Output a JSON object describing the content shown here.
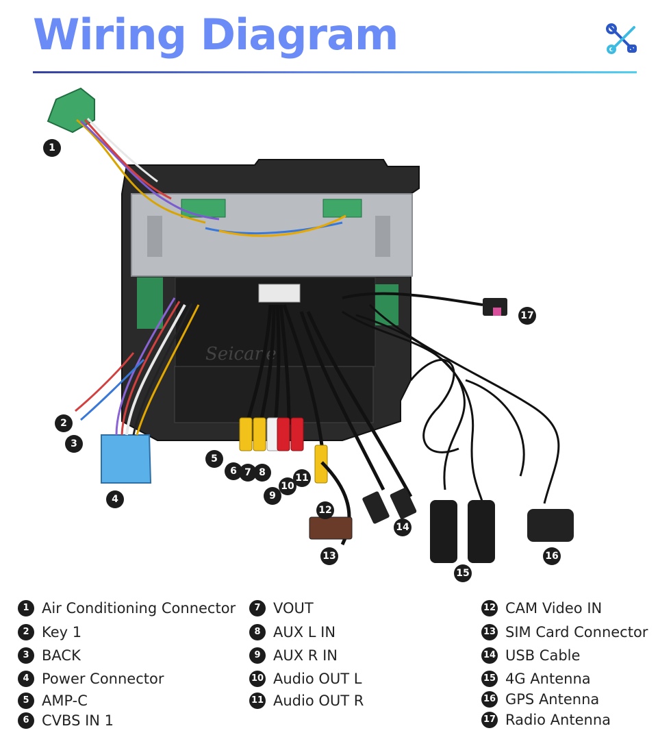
{
  "header": {
    "title": "Wiring Diagram",
    "icon": "tools-icon"
  },
  "photo": {
    "watermark": "Seicane"
  },
  "callouts": [
    "1",
    "2",
    "3",
    "4",
    "5",
    "6",
    "7",
    "8",
    "9",
    "10",
    "11",
    "12",
    "13",
    "14",
    "15",
    "16",
    "17"
  ],
  "legend": [
    {
      "num": "1",
      "label": "Air Conditioning Connector"
    },
    {
      "num": "2",
      "label": "Key 1"
    },
    {
      "num": "3",
      "label": "BACK"
    },
    {
      "num": "4",
      "label": "Power Connector"
    },
    {
      "num": "5",
      "label": "AMP-C"
    },
    {
      "num": "6",
      "label": "CVBS IN 1"
    },
    {
      "num": "7",
      "label": "VOUT"
    },
    {
      "num": "8",
      "label": "AUX L IN"
    },
    {
      "num": "9",
      "label": "AUX R IN"
    },
    {
      "num": "10",
      "label": "Audio OUT L"
    },
    {
      "num": "11",
      "label": "Audio OUT R"
    },
    {
      "num": "12",
      "label": "CAM Video IN"
    },
    {
      "num": "13",
      "label": "SIM Card Connector"
    },
    {
      "num": "14",
      "label": "USB  Cable"
    },
    {
      "num": "15",
      "label": "4G Antenna"
    },
    {
      "num": "16",
      "label": "GPS Antenna"
    },
    {
      "num": "17",
      "label": "Radio Antenna"
    }
  ],
  "colors": {
    "title": "#6b8cf6",
    "rule_start": "#3340a0",
    "rule_end": "#4fd0f0",
    "connector_green": "#3fa868",
    "connector_blue": "#5ab0e8",
    "rca_red": "#d8202a",
    "rca_yellow": "#f2c21a",
    "rca_white": "#f2f2f2"
  }
}
